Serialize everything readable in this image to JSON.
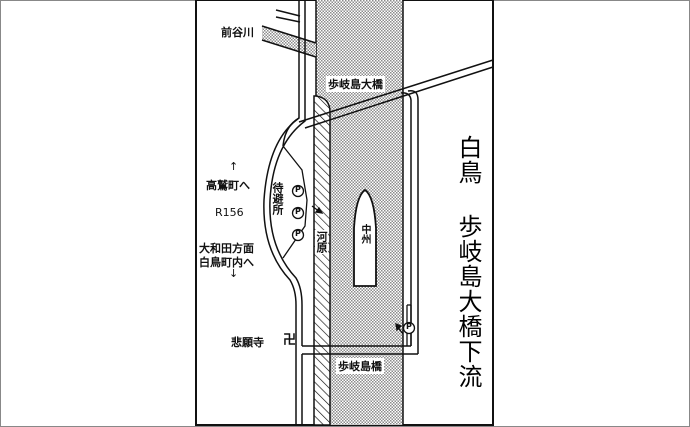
{
  "title": "白鳥 歩岐島大橋下流",
  "labels": {
    "maedani_river": "前谷川",
    "hokijima_ohashi": "歩岐島大橋",
    "hokijima_bashi": "歩岐島橋",
    "route": "R156",
    "to_takasu": "高鷲町へ",
    "to_yamato_line1": "大和田方面",
    "to_yamato_line2": "白鳥町内へ",
    "arrow_up": "↑",
    "arrow_down": "↓",
    "waiting_area": "待避所",
    "riverbed": "河原",
    "sandbar": "中州",
    "temple": "悲願寺",
    "temple_symbol": "卍",
    "parking": "P"
  },
  "colors": {
    "line": "#111111",
    "river_dot": "#9a9a9a",
    "background": "#ffffff",
    "outer_border": "#888888"
  }
}
